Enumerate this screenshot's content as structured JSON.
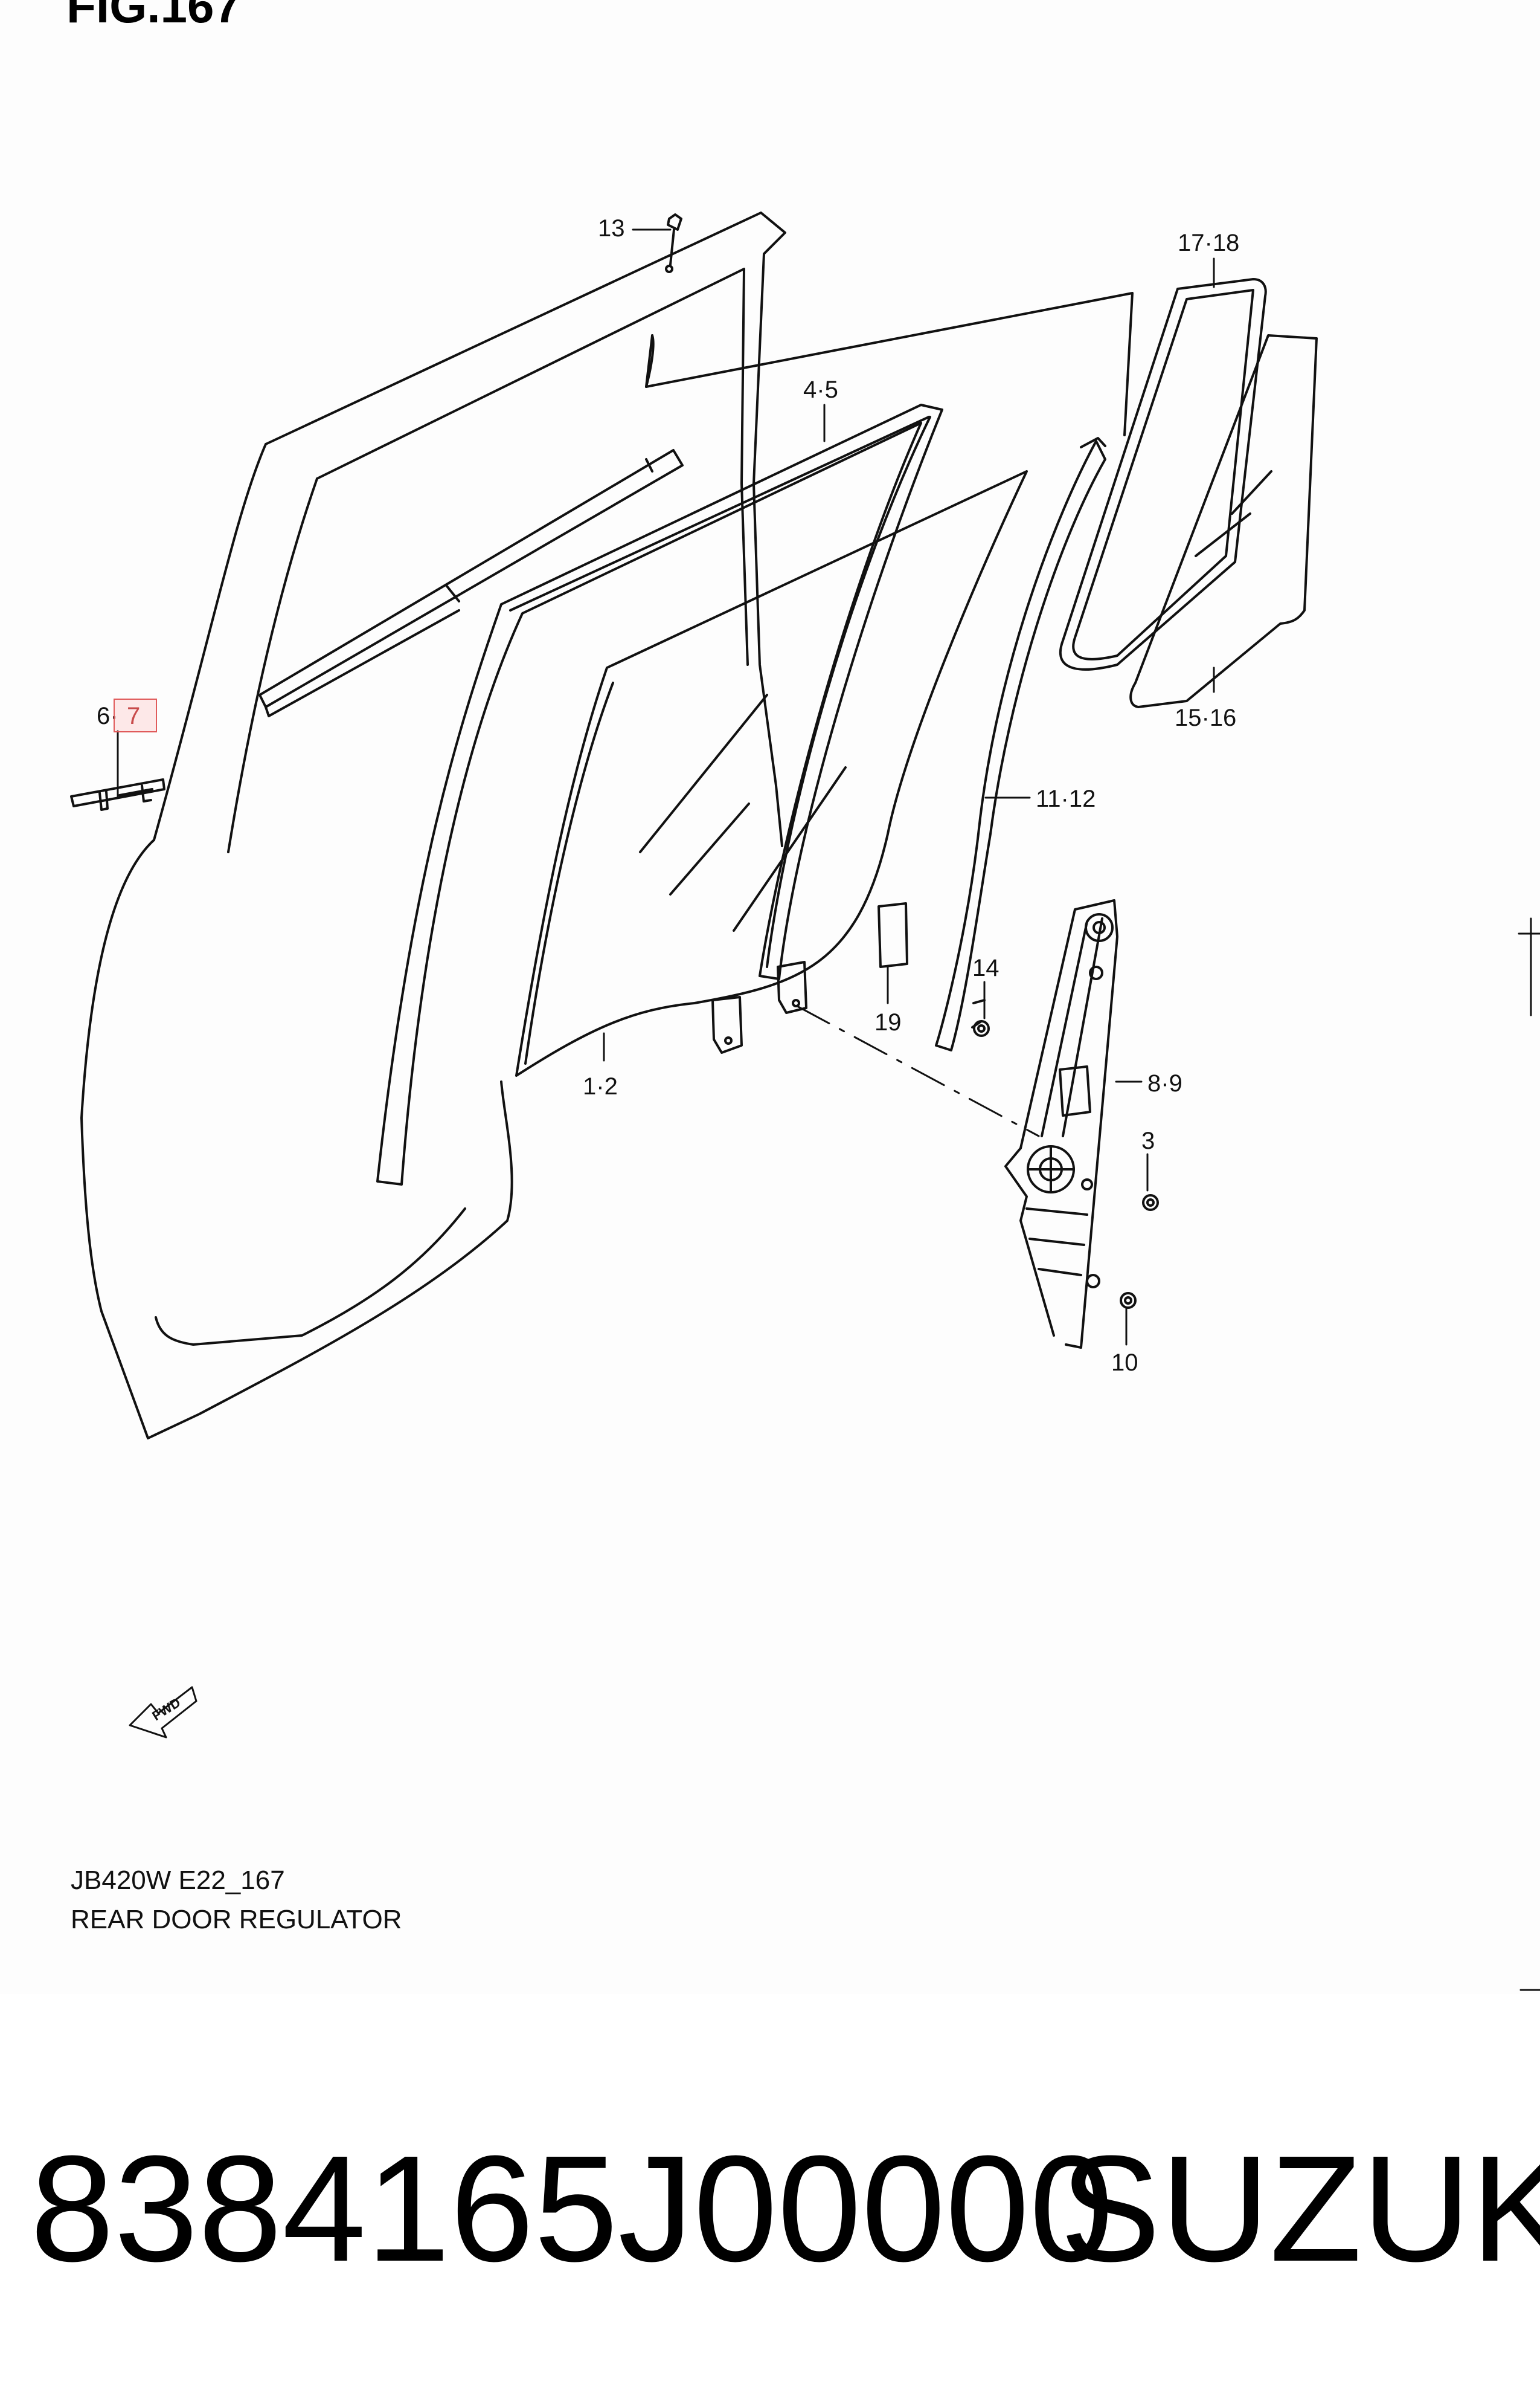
{
  "figure": {
    "title_fragment": "FIG.167",
    "model_code": "JB420W E22_167",
    "name": "REAR DOOR REGULATOR",
    "direction_marker": "FWD"
  },
  "callouts": [
    {
      "id": "c13",
      "text": "13"
    },
    {
      "id": "c1718",
      "text": "17·18"
    },
    {
      "id": "c45",
      "text": "4·5"
    },
    {
      "id": "c67a",
      "text": "6·"
    },
    {
      "id": "c67b",
      "text": "7"
    },
    {
      "id": "c1516",
      "text": "15·16"
    },
    {
      "id": "c1112",
      "text": "11·12"
    },
    {
      "id": "c14",
      "text": "14"
    },
    {
      "id": "c19",
      "text": "19"
    },
    {
      "id": "c12",
      "text": "1·2"
    },
    {
      "id": "c89",
      "text": "8·9"
    },
    {
      "id": "c3",
      "text": "3"
    },
    {
      "id": "c10",
      "text": "10"
    }
  ],
  "highlight": {
    "callout": "7",
    "color": "#e05a5a"
  },
  "part_number": "8384165J00000",
  "brand": "SUZUKI"
}
